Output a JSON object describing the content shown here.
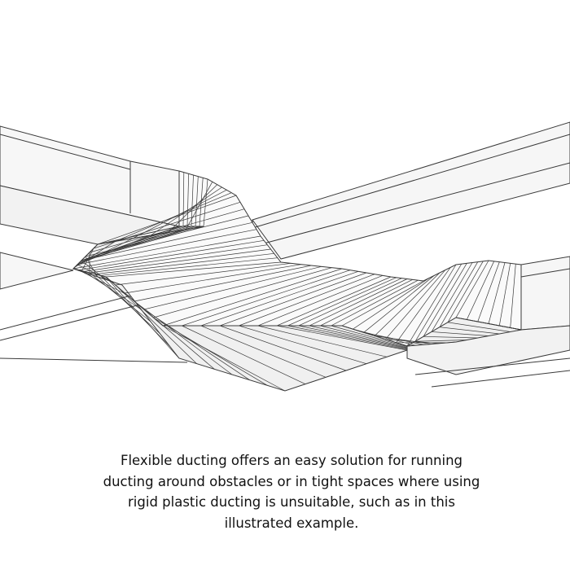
{
  "caption": {
    "lines": [
      "Flexible ducting offers an easy solution for running",
      "ducting around obstacles or in tight spaces where using",
      "rigid plastic ducting is unsuitable, such as in this",
      "illustrated example."
    ]
  },
  "colors": {
    "line": "#3a3a3a",
    "face": "#f4f4f4",
    "background": "#ffffff"
  }
}
